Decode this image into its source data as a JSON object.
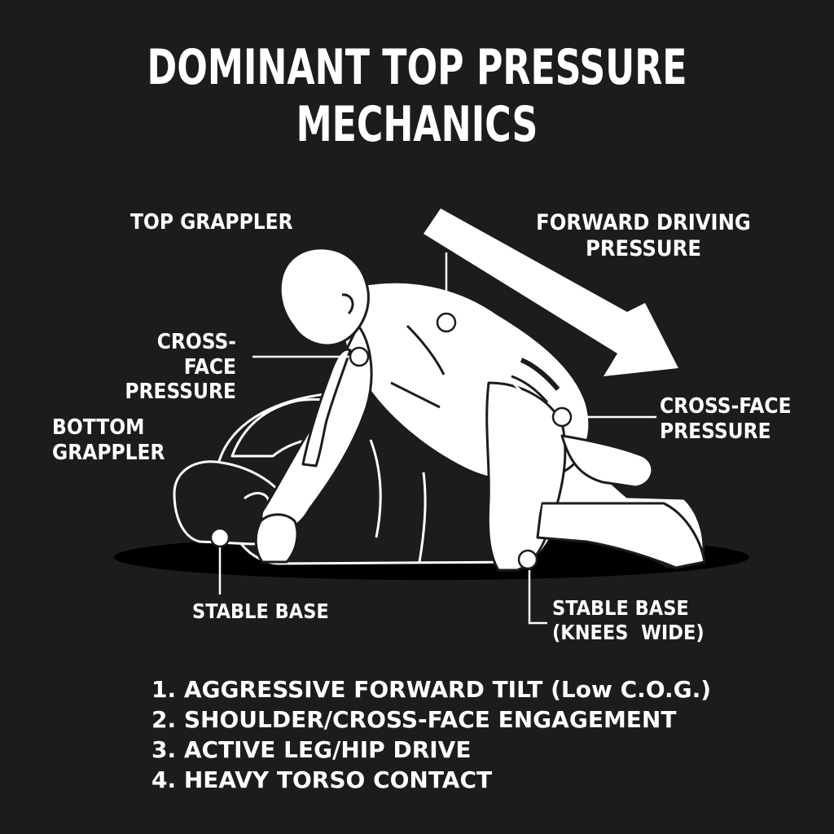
{
  "title": "DOMINANT TOP PRESSURE MECHANICS",
  "labels": {
    "top_grappler": "TOP GRAPPLER",
    "forward_driving_1": "FORWARD DRIVING",
    "forward_driving_2": "PRESSURE",
    "cross_face_left_1": "CROSS-FACE",
    "cross_face_left_2": "PRESSURE",
    "bottom_grappler_1": "BOTTOM",
    "bottom_grappler_2": "GRAPPLER",
    "cross_face_right_1": "CROSS-FACE",
    "cross_face_right_2": "PRESSURE",
    "stable_base_left": "STABLE BASE",
    "stable_base_right_1": "STABLE BASE",
    "stable_base_right_2": "(KNEES  WIDE)"
  },
  "points": [
    "1. AGGRESSIVE FORWARD TILT (Low C.O.G.)",
    "2. SHOULDER/CROSS-FACE ENGAGEMENT",
    "3. ACTIVE LEG/HIP DRIVE",
    "4. HEAVY TORSO CONTACT"
  ],
  "colors": {
    "background": "#1b1c1e",
    "figure": "#ffffff",
    "outline": "#1b1c1e",
    "shadow": "#000000"
  }
}
